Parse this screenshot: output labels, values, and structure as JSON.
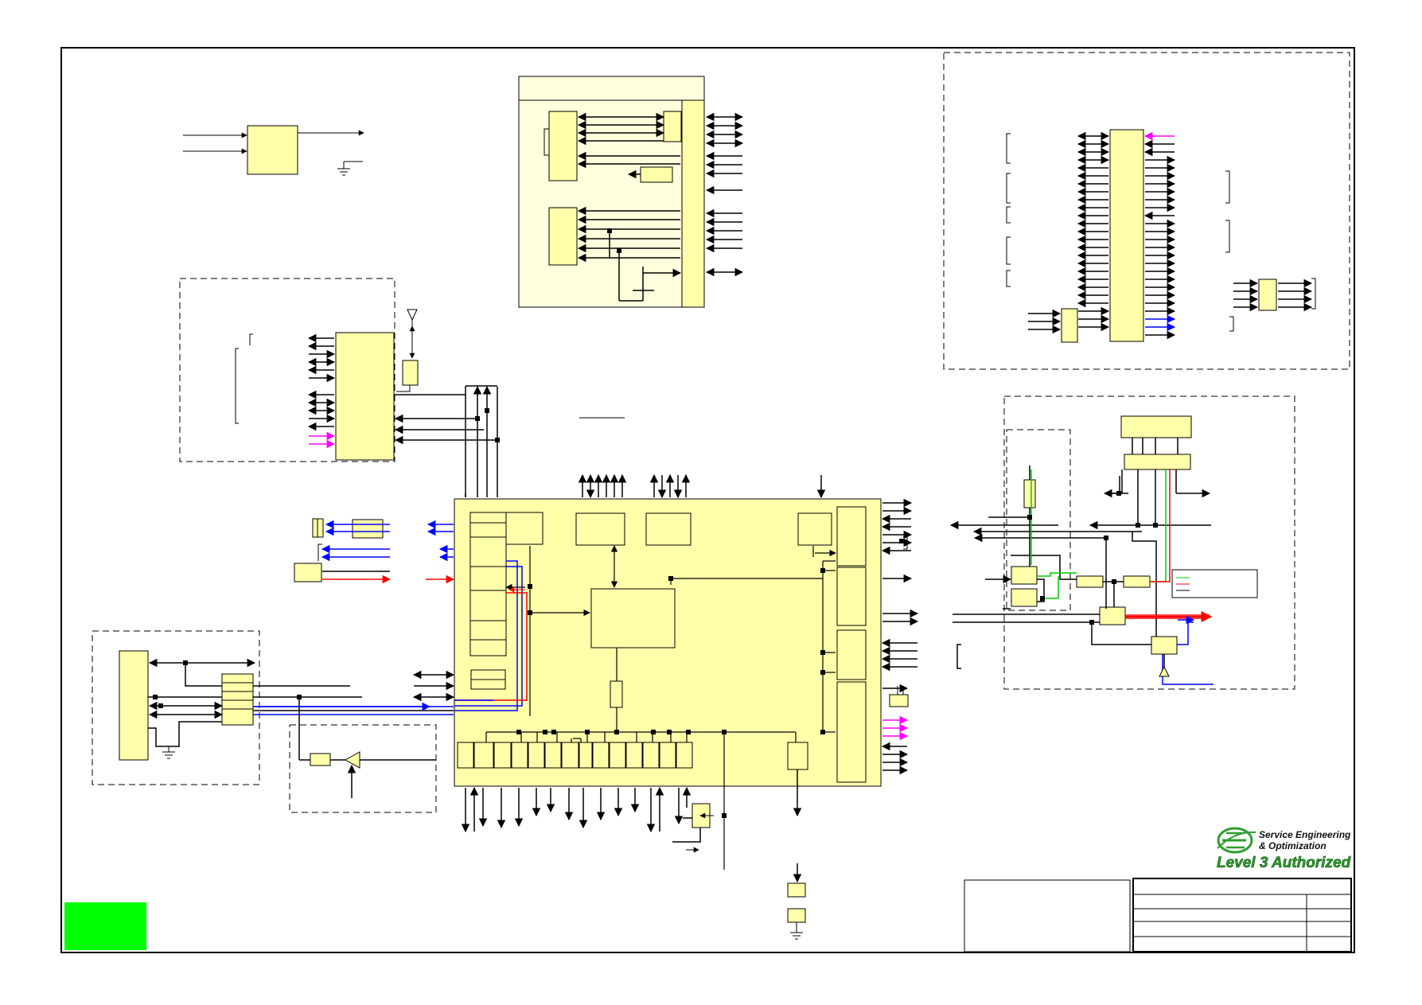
{
  "colors": {
    "block_fill": "#FFFFAA",
    "line": "#000000",
    "blue_signal": "#0000FF",
    "red_signal": "#FF0000",
    "magenta_signal": "#FF00FF",
    "green_signal": "#00CC00",
    "logo_green": "#2E9E2E",
    "status_box": "#00FF00"
  },
  "logo": {
    "line1": "Service Engineering",
    "line2": "& Optimization",
    "line3": "Level 3 Authorized",
    "icon": "globe-e-icon"
  }
}
